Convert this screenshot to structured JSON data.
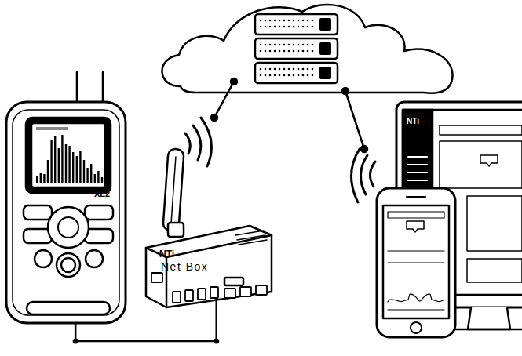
{
  "diagram": {
    "nodes": [
      {
        "text": [
          "XL2"
        ]
      },
      {
        "text": [
          "NTi",
          "Net Box"
        ]
      }
    ],
    "edges": [
      {
        "from": 0,
        "to": 1,
        "arrow": "none"
      }
    ],
    "labels": [
      "NTi"
    ]
  }
}
